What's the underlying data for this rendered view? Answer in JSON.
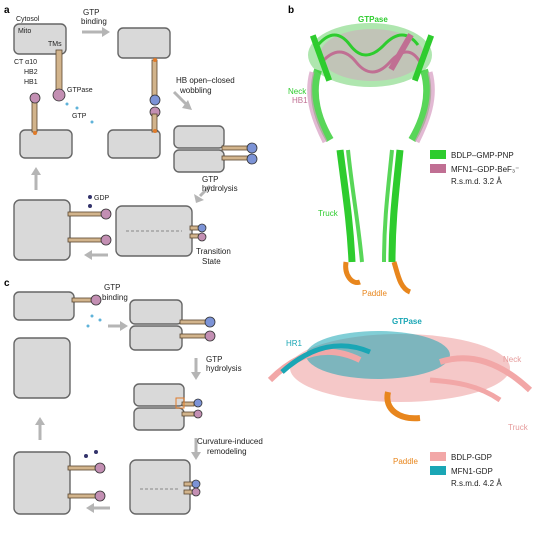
{
  "panel_a": {
    "label": "a",
    "cytosol": "Cytosol",
    "mito": "Mito",
    "tms": "TMs",
    "ct_a10": "CT α10",
    "hb2": "HB2",
    "hb1": "HB1",
    "gtpase": "GTPase",
    "gtp": "GTP",
    "gtp_binding": [
      "GTP",
      "binding"
    ],
    "hb_wobbling": [
      "HB open–closed",
      "wobbling"
    ],
    "gtp_hydrolysis": [
      "GTP",
      "hydrolysis"
    ],
    "transition_state": [
      "Transition",
      "State"
    ],
    "gdp": "GDP"
  },
  "panel_b": {
    "label": "b",
    "gtpase_top": "GTPase",
    "neck": "Neck",
    "hb1": "HB1",
    "truck": "Truck",
    "paddle": "Paddle",
    "legend_top": [
      {
        "label": "BDLP–GMP-PNP",
        "color": "#2ecc2e"
      },
      {
        "label": "MFN1–GDP-BeF₃⁻",
        "color": "#c06f93"
      }
    ],
    "rmsd_top": "R.s.m.d. 3.2 Å",
    "gtpase_bottom": "GTPase",
    "hr1": "HR1",
    "neck_bottom": "Neck",
    "truck_bottom": "Truck",
    "paddle_bottom": "Paddle",
    "legend_bottom": [
      {
        "label": "BDLP-GDP",
        "color": "#f2a7a7"
      },
      {
        "label": "MFN1-GDP",
        "color": "#1aa6b5"
      }
    ],
    "rmsd_bottom": "R.s.m.d. 4.2 Å"
  },
  "panel_c": {
    "label": "c",
    "gtp_binding": [
      "GTP",
      "binding"
    ],
    "gtp_hydrolysis": [
      "GTP",
      "hydrolysis"
    ],
    "curvature": [
      "Curvature-induced",
      "remodeling"
    ]
  }
}
